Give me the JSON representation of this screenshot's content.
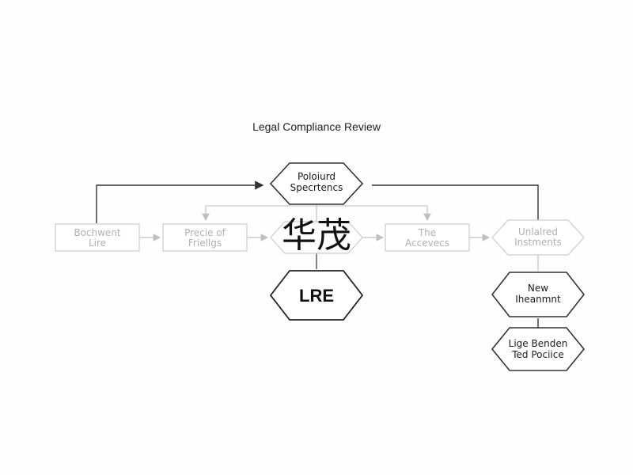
{
  "diagram": {
    "title": "Legal Compliance Review",
    "overlay_text": "华茂",
    "nodes": {
      "top": [
        "Poloiurd",
        "Specrtencs"
      ],
      "row_1": [
        "Bochwent",
        "Lire"
      ],
      "row_2": [
        "Precie of",
        "Friellgs"
      ],
      "row_3": [
        "",
        ""
      ],
      "row_4": [
        "The",
        "Accevecs"
      ],
      "row_5": [
        "Unlalred",
        "Instments"
      ],
      "lre": "LRE",
      "new": [
        "New",
        "Iheanmnt"
      ],
      "bottom": [
        "Lige Benden",
        "Ted Pociice"
      ]
    },
    "colors": {
      "dark_stroke": "#333333",
      "faded_stroke": "#c8c8c8",
      "text": "#1a1a1a"
    }
  }
}
